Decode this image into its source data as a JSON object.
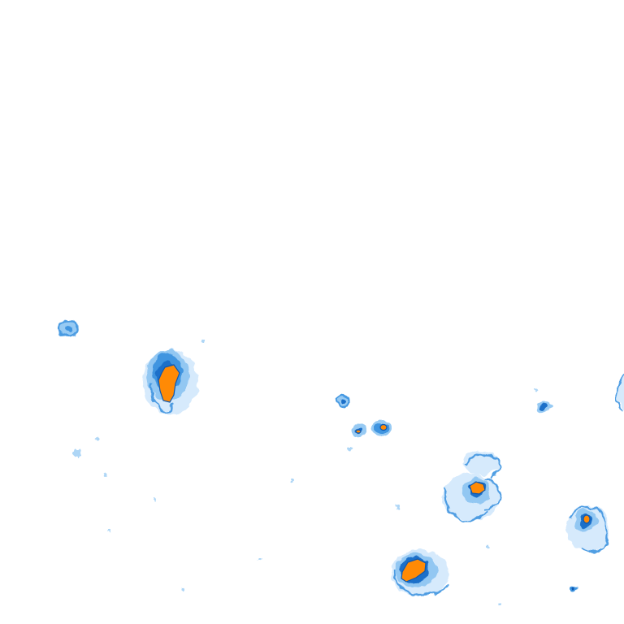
{
  "colors": {
    "background": "#ffffff",
    "very_light": "#cfe6fb",
    "light": "#8cc4f2",
    "medium": "#3f95e0",
    "strong": "#1a6fc9",
    "edge": "#0d57b0",
    "core": "#ff8a05"
  },
  "legend": {
    "levels": [
      "very_light",
      "light",
      "medium",
      "strong",
      "core"
    ]
  },
  "cells": [
    {
      "id": "cell-west-small",
      "intensity": "light",
      "has_core": false
    },
    {
      "id": "cell-west-large",
      "intensity": "strong",
      "has_core": true
    },
    {
      "id": "cell-center-tiny",
      "intensity": "medium",
      "has_core": false
    },
    {
      "id": "cell-center-pair-a",
      "intensity": "medium",
      "has_core": true
    },
    {
      "id": "cell-center-pair-b",
      "intensity": "medium",
      "has_core": true
    },
    {
      "id": "cell-east-tiny",
      "intensity": "medium",
      "has_core": false
    },
    {
      "id": "cell-southeast-cluster",
      "intensity": "strong",
      "has_core": true
    },
    {
      "id": "cell-south",
      "intensity": "strong",
      "has_core": true
    },
    {
      "id": "cell-far-east",
      "intensity": "strong",
      "has_core": true
    },
    {
      "id": "cell-far-east-tiny",
      "intensity": "medium",
      "has_core": false
    },
    {
      "id": "cell-edge-right",
      "intensity": "light",
      "has_core": false
    }
  ]
}
